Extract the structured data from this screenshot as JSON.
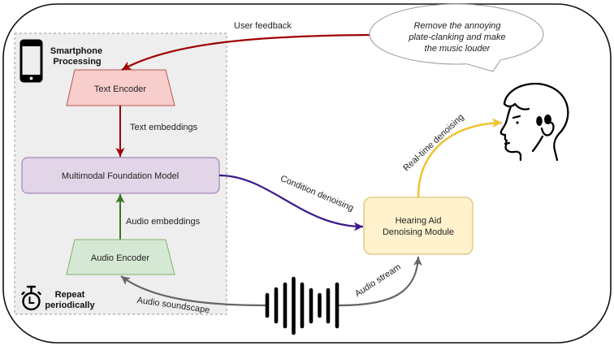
{
  "containers": {
    "smartphone": {
      "title_lines": [
        "Smartphone",
        "Processing"
      ]
    },
    "repeat": {
      "lines": [
        "Repeat",
        "periodically"
      ]
    }
  },
  "nodes": {
    "text_encoder": "Text Encoder",
    "multimodal_model": "Multimodal Foundation Model",
    "audio_encoder": "Audio Encoder",
    "hearing_aid": [
      "Hearing Aid",
      "Denoising Module"
    ]
  },
  "edges": {
    "user_feedback": "User feedback",
    "text_embeddings": "Text embeddings",
    "audio_embeddings": "Audio embeddings",
    "condition_denoising": "Condition denoising",
    "real_time_denoising": "Real-time denoising",
    "audio_stream": "Audio stream",
    "audio_soundscape": "Audio soundscape"
  },
  "speech_bubble": {
    "lines": [
      "Remove the annoying",
      "plate-clanking and make",
      "the music louder"
    ]
  },
  "icons": {
    "smartphone": "smartphone-icon",
    "stopwatch": "stopwatch-icon",
    "person_head": "person-with-hearing-aid-icon",
    "waveform": "audio-waveform-icon",
    "speech_bubble": "speech-bubble"
  },
  "colors": {
    "text_encoder_fill": "#f8cecc",
    "text_encoder_stroke": "#b85450",
    "multimodal_fill": "#e1d5e7",
    "multimodal_stroke": "#9673a6",
    "audio_encoder_fill": "#d5e8d4",
    "audio_encoder_stroke": "#82b366",
    "hearing_aid_fill": "#fff2cc",
    "hearing_aid_stroke": "#d6b656",
    "smartphone_box_fill": "#eeeeee",
    "arrow_red": "#a00000",
    "arrow_green": "#38761d",
    "arrow_purple": "#3a1a8a",
    "arrow_yellow": "#f1c232",
    "arrow_gray": "#666666"
  }
}
